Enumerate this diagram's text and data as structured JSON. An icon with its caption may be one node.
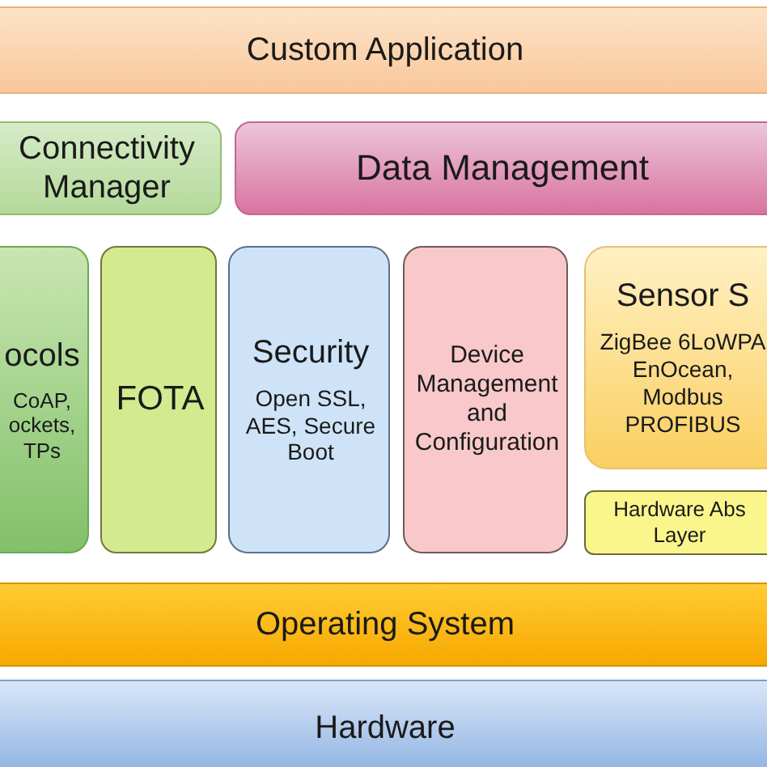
{
  "diagram": {
    "nodes": [
      {
        "text": [
          "Custom Application"
        ]
      },
      {
        "text": [
          "Connectivity Manager"
        ]
      },
      {
        "text": [
          "Data Management"
        ]
      },
      {
        "text": [
          "ocols",
          "CoAP, ockets, TPs"
        ]
      },
      {
        "text": [
          "FOTA"
        ]
      },
      {
        "text": [
          "Security",
          "Open SSL, AES, Secure Boot"
        ]
      },
      {
        "text": [
          "Device Management and Configuration"
        ]
      },
      {
        "text": [
          "Sensor S",
          "ZigBee 6LoWPA EnOcean, Modbus PROFIBUS"
        ]
      },
      {
        "text": [
          "Hardware Abs Layer"
        ]
      },
      {
        "text": [
          "Operating System"
        ]
      },
      {
        "text": [
          "Hardware"
        ]
      }
    ]
  }
}
